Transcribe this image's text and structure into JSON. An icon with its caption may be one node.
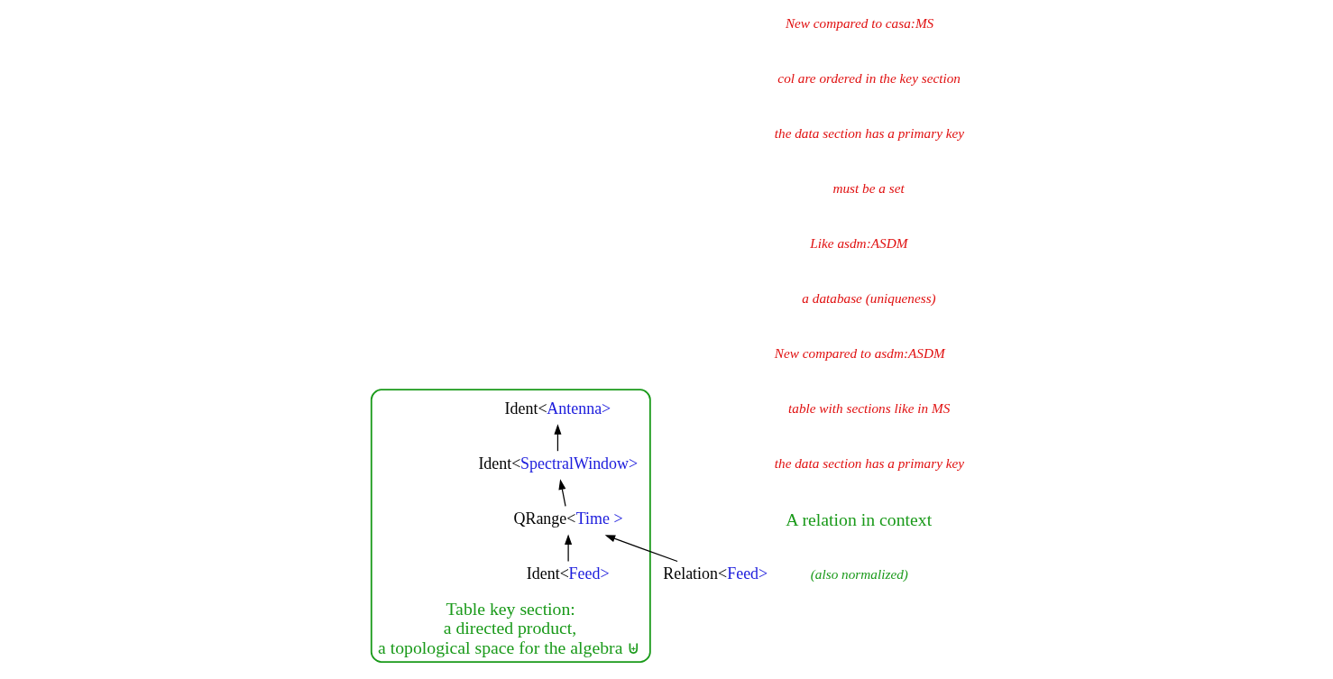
{
  "diagram": {
    "nodes": [
      {
        "text": [
          "Table key section:",
          "a directed product,",
          "a topological space for the algebra ⊎"
        ]
      },
      {
        "text": [
          "Ident<Antenna>"
        ],
        "in": 0
      },
      {
        "text": [
          "Ident<SpectralWindow>"
        ],
        "in": 0
      },
      {
        "text": [
          "QRange<Time >"
        ],
        "in": 0
      },
      {
        "text": [
          "Ident<Feed>"
        ],
        "in": 0
      },
      {
        "text": [
          "Relation<Feed>"
        ]
      }
    ],
    "edges": [
      {
        "from": 2,
        "to": 1,
        "arrow": "to"
      },
      {
        "from": 3,
        "to": 2,
        "arrow": "to"
      },
      {
        "from": 4,
        "to": 3,
        "arrow": "to"
      },
      {
        "from": 5,
        "to": 3,
        "arrow": "to"
      }
    ],
    "labels": [
      "New compared to casa:MS",
      "col are ordered in the key section",
      "the data section has a primary key",
      "must be a set",
      "Like asdm:ASDM",
      "a database (uniqueness)",
      "New compared to asdm:ASDM",
      "table with sections like in MS",
      "the data section has a primary key",
      "A relation in context",
      "(also normalized)"
    ]
  }
}
